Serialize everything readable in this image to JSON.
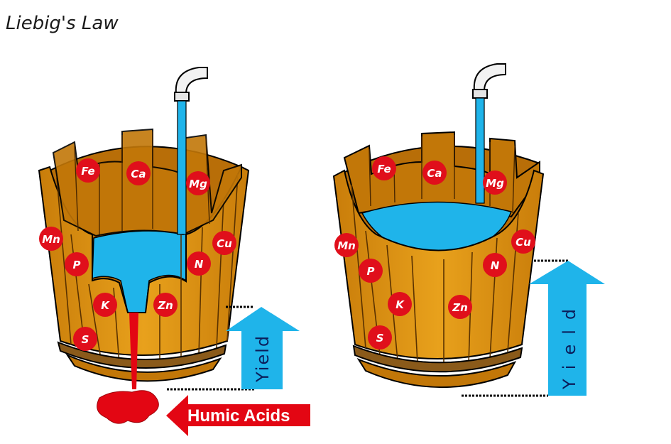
{
  "title": "Liebig's Law",
  "colors": {
    "wood": "#d9900f",
    "wood_dark": "#a5600a",
    "water": "#1fb4ea",
    "nutrient": "#e00f1b",
    "arrow_blue": "#1fb4ea",
    "arrow_red": "#e30613"
  },
  "left_barrel": {
    "nutrients": [
      "Fe",
      "Ca",
      "Mg",
      "Mn",
      "Cu",
      "P",
      "N",
      "K",
      "Zn",
      "S"
    ],
    "yield_label": "Yield",
    "humic_label": "Humic Acids"
  },
  "right_barrel": {
    "nutrients": [
      "Fe",
      "Ca",
      "Mg",
      "Mn",
      "Cu",
      "P",
      "N",
      "K",
      "Zn",
      "S"
    ],
    "yield_label": "Yield"
  }
}
